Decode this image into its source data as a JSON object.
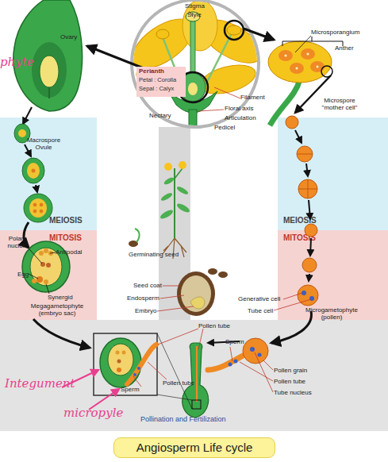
{
  "diagram": {
    "caption": "Angiosperm Life cycle",
    "nodes": [
      {
        "text": [
          "Perianth",
          "Petal : Corolla",
          "Sepal : Calyx"
        ]
      },
      {
        "text": [
          "MEIOSIS"
        ]
      },
      {
        "text": [
          "MITOSIS"
        ]
      },
      {
        "text": [
          "MEIOSIS"
        ]
      },
      {
        "text": [
          "MITOSIS"
        ]
      },
      {
        "text": [
          "Pollination and Fertilization"
        ]
      }
    ],
    "labels": [
      "Stigma",
      "Style",
      "Microsporangium",
      "Anther",
      "Ovary",
      "phyte",
      "Filament",
      "Nectary",
      "Floral axis",
      "Articulation",
      "Pedicel",
      "Macrospore Ovule",
      "Microspore \"mother cell\"",
      "Polar nuclei",
      "Antipodal",
      "Egg",
      "Synergid",
      "Megagametophyte (embryo sac)",
      "Germinating seed",
      "Seed coat",
      "Endosperm",
      "Embryo",
      "Generative cell",
      "Tube cell",
      "Microgametophyte (pollen)",
      "Pollen tube",
      "Sperm",
      "Pollen grain",
      "Pollen tube",
      "Tube nucleus",
      "Sperm",
      "Pollen tube",
      "Integument",
      "micropyle"
    ]
  }
}
